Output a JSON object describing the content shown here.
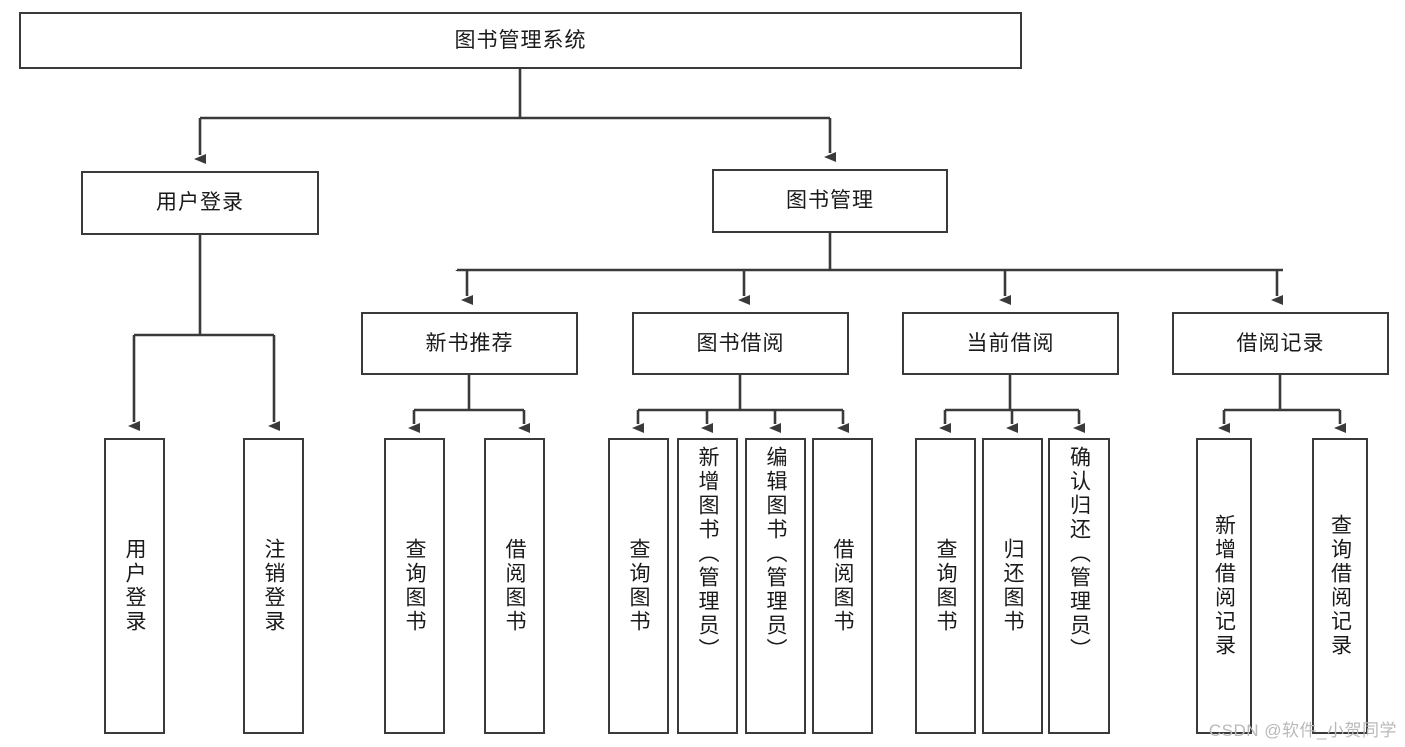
{
  "diagram": {
    "type": "tree",
    "title": "图书管理系统",
    "orientation": "top-down",
    "colors": {
      "background": "#ffffff",
      "box_border": "#3a3a3a",
      "box_fill": "#ffffff",
      "connector": "#3a3a3a",
      "text": "#1a1a1a",
      "watermark": "#b9b9b9"
    },
    "root": {
      "id": "root",
      "label": "图书管理系统"
    },
    "level2": [
      {
        "id": "user-login",
        "label": "用户登录"
      },
      {
        "id": "book-manage",
        "label": "图书管理"
      }
    ],
    "level3": [
      {
        "id": "new-book-recommend",
        "label": "新书推荐",
        "parent": "book-manage"
      },
      {
        "id": "book-borrow",
        "label": "图书借阅",
        "parent": "book-manage"
      },
      {
        "id": "current-borrow",
        "label": "当前借阅",
        "parent": "book-manage"
      },
      {
        "id": "borrow-record",
        "label": "借阅记录",
        "parent": "book-manage"
      }
    ],
    "leaves": [
      {
        "id": "leaf-user-login",
        "label": "用户登录",
        "parent": "user-login"
      },
      {
        "id": "leaf-logout-login",
        "label": "注销登录",
        "parent": "user-login"
      },
      {
        "id": "leaf-query-book-rec",
        "label": "查询图书",
        "parent": "new-book-recommend"
      },
      {
        "id": "leaf-borrow-book-rec",
        "label": "借阅图书",
        "parent": "new-book-recommend"
      },
      {
        "id": "leaf-query-book-borrow",
        "label": "查询图书",
        "parent": "book-borrow"
      },
      {
        "id": "leaf-add-book-admin",
        "label": "新增图书（管理员）",
        "parent": "book-borrow"
      },
      {
        "id": "leaf-edit-book-admin",
        "label": "编辑图书（管理员）",
        "parent": "book-borrow"
      },
      {
        "id": "leaf-borrow-book",
        "label": "借阅图书",
        "parent": "book-borrow"
      },
      {
        "id": "leaf-query-book-current",
        "label": "查询图书",
        "parent": "current-borrow"
      },
      {
        "id": "leaf-return-book",
        "label": "归还图书",
        "parent": "current-borrow"
      },
      {
        "id": "leaf-confirm-return-admin",
        "label": "确认归还（管理员）",
        "parent": "current-borrow"
      },
      {
        "id": "leaf-add-borrow-record",
        "label": "新增借阅记录",
        "parent": "borrow-record"
      },
      {
        "id": "leaf-query-borrow-record",
        "label": "查询借阅记录",
        "parent": "borrow-record"
      }
    ]
  },
  "watermark": {
    "text": "CSDN @软件_小贺同学"
  }
}
